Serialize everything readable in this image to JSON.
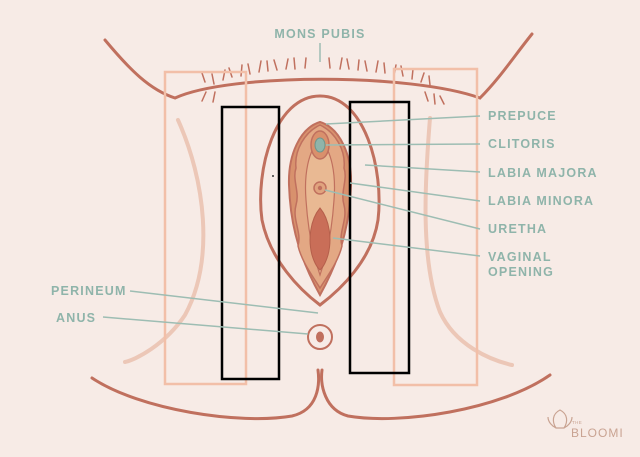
{
  "labels": {
    "mons_pubis": "MONS PUBIS",
    "prepuce": "PREPUCE",
    "clitoris": "CLITORIS",
    "labia_majora": "LABIA MAJORA",
    "labia_minora": "LABIA MINORA",
    "uretha": "URETHA",
    "vaginal_opening_line1": "VAGINAL",
    "vaginal_opening_line2": "OPENING",
    "perineum": "PERINEUM",
    "anus": "ANUS"
  },
  "brand": {
    "small": "THE",
    "name": "BLOOMI"
  },
  "colors": {
    "background": "#F7EBE6",
    "outline": "#C0705E",
    "label_text": "#8FB4AA",
    "leader_line": "#9DBDB3",
    "overlay_pink": "#F2BFA8",
    "overlay_black": "#000000"
  }
}
